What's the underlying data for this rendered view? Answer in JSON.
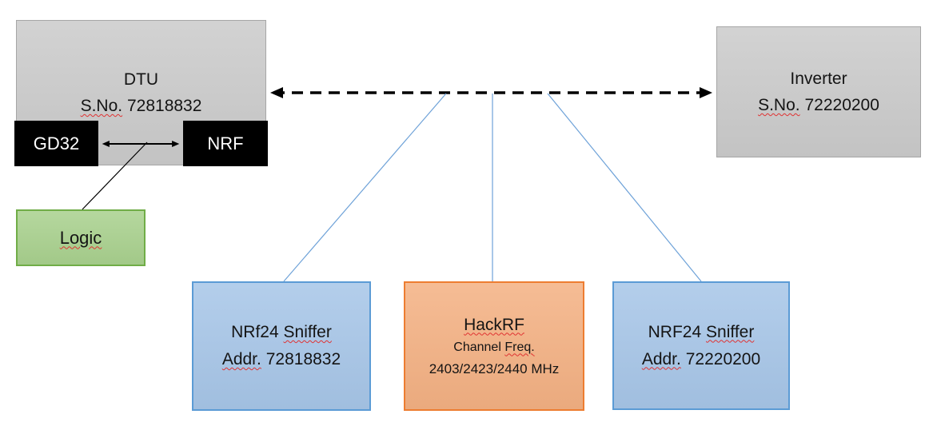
{
  "palette": {
    "background": "#ffffff",
    "text_color": "#141414",
    "gray_fill": "#cbcbcb",
    "gray_border": "#a6a6a6",
    "black_fill": "#000000",
    "black_text": "#ffffff",
    "green_fill": "#a9d18e",
    "green_border": "#70ad47",
    "blue_fill": "#a7c6e8",
    "blue_border": "#5b9bd5",
    "orange_fill": "#f4b183",
    "orange_border": "#ed7d31",
    "connector_blue": "#6ea2d8",
    "line_black": "#000000",
    "squiggle_red": "#e03232"
  },
  "nodes": {
    "dtu": {
      "title": "DTU",
      "serial_label": "S.No.",
      "serial": "72818832"
    },
    "gd32": {
      "label": "GD32"
    },
    "nrf": {
      "label": "NRF"
    },
    "logic": {
      "label": "Logic"
    },
    "inverter": {
      "title": "Inverter",
      "serial_label": "S.No.",
      "serial": "72220200"
    },
    "sniffer_left": {
      "name": "NRf24",
      "kind": "Sniffer",
      "addr_label": "Addr.",
      "addr": "72818832"
    },
    "hackrf": {
      "title": "HackRF",
      "subtitle_word1": "Channel",
      "subtitle_word2": "Freq.",
      "frequencies": "2403/2423/2440 MHz"
    },
    "sniffer_right": {
      "name": "NRF24",
      "kind": "Sniffer",
      "addr_label": "Addr.",
      "addr": "72220200"
    }
  },
  "edges": [
    {
      "from": "DTU",
      "to": "Inverter",
      "style": "black dashed double-headed arrow"
    },
    {
      "from": "GD32",
      "to": "NRF",
      "style": "black solid double-headed arrow"
    },
    {
      "from": "Logic",
      "to": "GD32-NRF arrow midpoint",
      "style": "thin black line"
    },
    {
      "from": "DTU-Inverter link",
      "to": "NRf24 Sniffer Addr. 72818832",
      "style": "thin blue line"
    },
    {
      "from": "DTU-Inverter link",
      "to": "HackRF",
      "style": "thin blue line"
    },
    {
      "from": "DTU-Inverter link",
      "to": "NRF24 Sniffer Addr. 72220200",
      "style": "thin blue line"
    }
  ]
}
